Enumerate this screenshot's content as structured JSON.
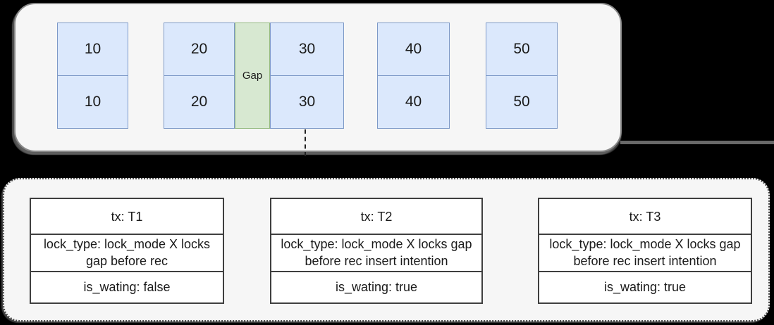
{
  "colors": {
    "background": "#000000",
    "panel_fill": "#f6f6f6",
    "panel_border": "#8a8a8a",
    "dotted_border": "#4a4a4a",
    "record_fill": "#dbe8fc",
    "record_border": "#7d99c7",
    "gap_fill": "#d7e8d1",
    "gap_border": "#93b97f",
    "tx_fill": "#ffffff",
    "tx_border": "#3f3f3f",
    "text": "#1a1a1a"
  },
  "index_panel": {
    "gap_label": "Gap",
    "records": [
      {
        "key": "10",
        "top": "10",
        "bottom": "10"
      },
      {
        "key": "20",
        "top": "20",
        "bottom": "20"
      },
      {
        "key": "30",
        "top": "30",
        "bottom": "30"
      },
      {
        "key": "40",
        "top": "40",
        "bottom": "40"
      },
      {
        "key": "50",
        "top": "50",
        "bottom": "50"
      }
    ]
  },
  "transactions": [
    {
      "title": "tx: T1",
      "lock_type": "lock_type: lock_mode X locks gap before rec",
      "waiting": "is_wating: false"
    },
    {
      "title": "tx: T2",
      "lock_type": "lock_type: lock_mode X locks gap before rec insert intention",
      "waiting": "is_wating: true"
    },
    {
      "title": "tx: T3",
      "lock_type": "lock_type: lock_mode X locks gap before rec insert intention",
      "waiting": "is_wating: true"
    }
  ]
}
